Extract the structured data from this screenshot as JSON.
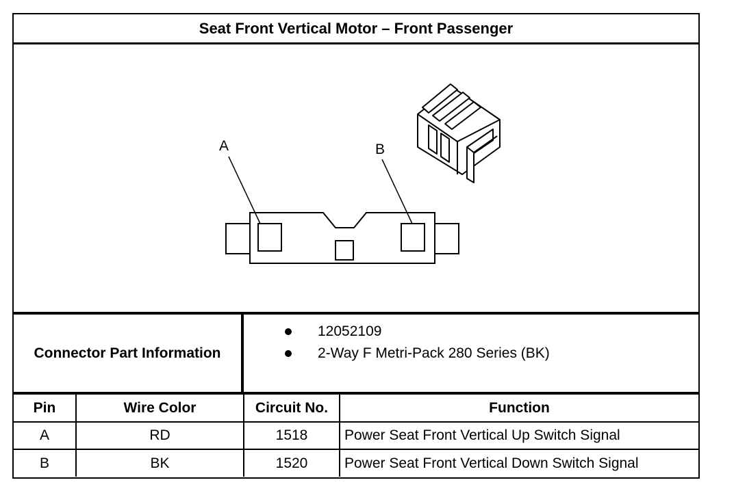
{
  "title": "Seat Front Vertical Motor – Front Passenger",
  "diagram": {
    "pin_labels": [
      "A",
      "B"
    ]
  },
  "connector_info": {
    "label": "Connector Part Information",
    "items": [
      "12052109",
      "2-Way F Metri-Pack 280 Series (BK)"
    ]
  },
  "table": {
    "headers": [
      "Pin",
      "Wire Color",
      "Circuit No.",
      "Function"
    ],
    "rows": [
      [
        "A",
        "RD",
        "1518",
        "Power Seat Front Vertical Up Switch Signal"
      ],
      [
        "B",
        "BK",
        "1520",
        "Power Seat Front Vertical Down Switch Signal"
      ]
    ]
  }
}
